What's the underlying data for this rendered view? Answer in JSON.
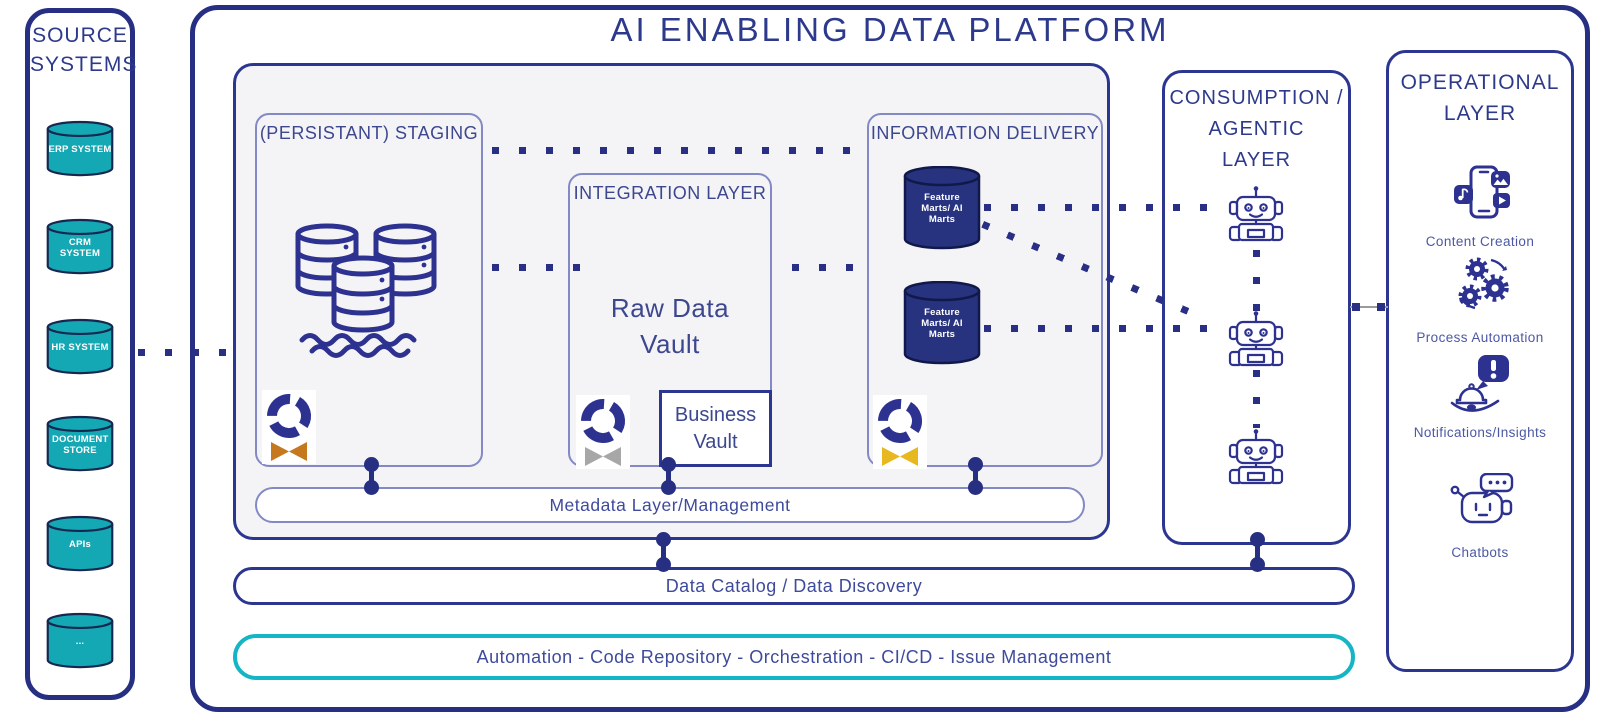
{
  "colors": {
    "navy_border": "#262f82",
    "ink": "#2d3a8c",
    "teal": "#14a8b5",
    "teal_border": "#16b5c5",
    "panel_gray": "#f4f4f6",
    "marts_navy": "#28337f",
    "dot_navy": "#2a2f86",
    "badge_bronze": "#c6781f",
    "badge_silver": "#a7a7a7",
    "badge_gold": "#e8b820"
  },
  "source_systems": {
    "title_lines": [
      "SOURCE",
      "SYSTEMS"
    ],
    "items": [
      "ERP SYSTEM",
      "CRM SYSTEM",
      "HR SYSTEM",
      "DOCUMENT STORE",
      "APIs",
      "..."
    ]
  },
  "platform": {
    "title": "AI ENABLING DATA PLATFORM",
    "staging": {
      "title": "(PERSISTANT) STAGING",
      "icon": "data-lake-icon",
      "badge_icon": "bronze-medal-badge-icon"
    },
    "integration": {
      "title": "INTEGRATION LAYER",
      "raw_vault": "Raw Data Vault",
      "business_vault": "Business Vault",
      "badge_icon": "silver-medal-badge-icon"
    },
    "delivery": {
      "title": "INFORMATION DELIVERY",
      "marts": [
        "Feature Marts/ AI Marts",
        "Feature Marts/ AI Marts"
      ],
      "badge_icon": "gold-medal-badge-icon"
    },
    "metadata_bar": "Metadata Layer/Management",
    "data_catalog_bar": "Data Catalog / Data Discovery",
    "automation_bar": "Automation - Code Repository - Orchestration - CI/CD - Issue Management"
  },
  "consumption": {
    "title_lines": [
      "CONSUMPTION /",
      "AGENTIC",
      "LAYER"
    ],
    "robot_icons": [
      "agent-robot-icon",
      "agent-robot-icon",
      "agent-robot-icon"
    ]
  },
  "operational": {
    "title_lines": [
      "OPERATIONAL",
      "LAYER"
    ],
    "items": [
      {
        "label": "Content Creation",
        "icon": "content-creation-icon"
      },
      {
        "label": "Process Automation",
        "icon": "process-automation-icon"
      },
      {
        "label": "Notifications/Insights",
        "icon": "notifications-insights-icon"
      },
      {
        "label": "Chatbots",
        "icon": "chatbot-icon"
      }
    ]
  }
}
